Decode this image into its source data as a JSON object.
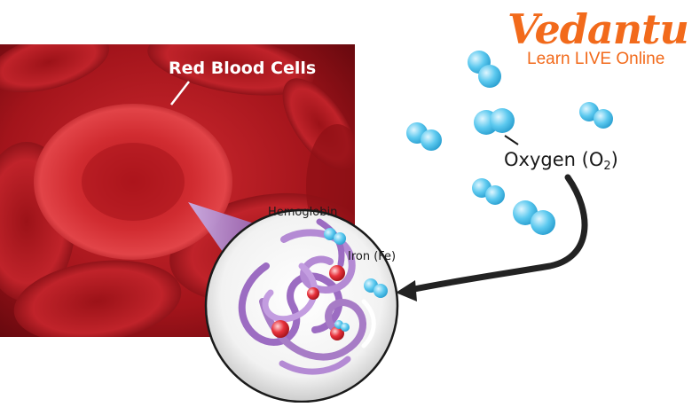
{
  "labels": {
    "red_blood_cells": "Red Blood Cells",
    "hemoglobin": "Hemoglobin",
    "iron": "Iron (Fe)",
    "oxygen_prefix": "Oxygen (O",
    "oxygen_subscript": "2",
    "oxygen_suffix": ")"
  },
  "brand": {
    "name": "Vedantu",
    "tagline": "Learn LIVE Online"
  },
  "colors": {
    "blood_dark": "#7a0a0f",
    "blood_mid": "#b8151c",
    "blood_light": "#e8484c",
    "hemoglobin_chain": "#a77cc6",
    "oxygen": "#4fc3ec",
    "iron": "#e8323c",
    "brand": "#f26a1b",
    "arrow": "#222222"
  }
}
